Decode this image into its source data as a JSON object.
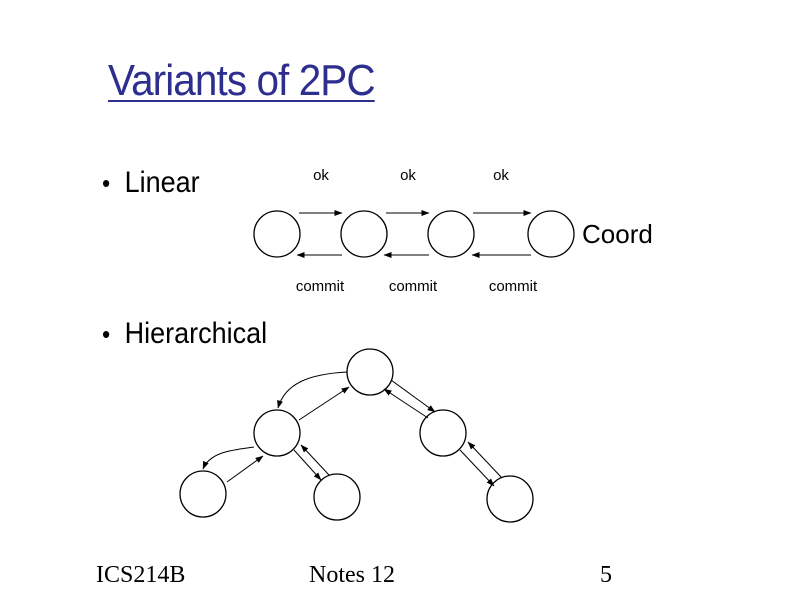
{
  "slide": {
    "title": "Variants of 2PC",
    "bullet_symbol": "•",
    "bullets": [
      {
        "label": "Linear"
      },
      {
        "label": "Hierarchical"
      }
    ]
  },
  "linear_diagram": {
    "top_labels": [
      "ok",
      "ok",
      "ok"
    ],
    "bottom_labels": [
      "commit",
      "commit",
      "commit"
    ],
    "coord_label": "Coord"
  },
  "footer": {
    "left": "ICS214B",
    "center": "Notes 12",
    "page": "5"
  },
  "colors": {
    "title": "#2e2e8f",
    "text": "#000000",
    "background": "#ffffff"
  }
}
